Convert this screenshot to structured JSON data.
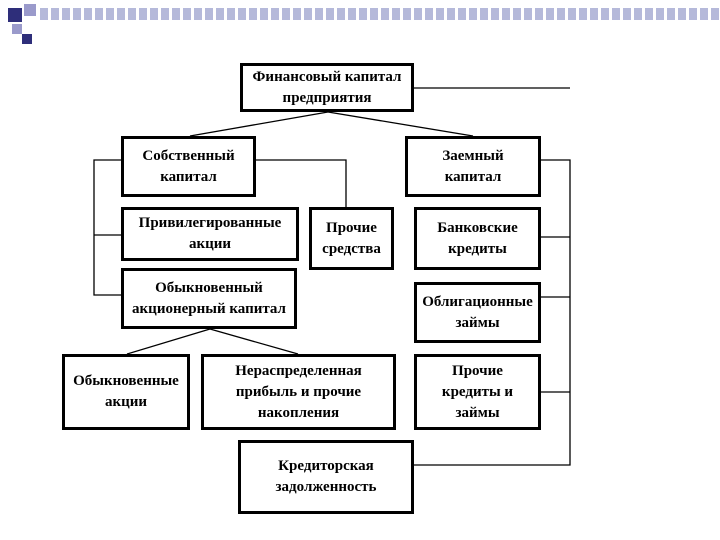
{
  "boxes": {
    "root": "Финансовый капитал\nпредприятия",
    "own_capital": "Собственный\nкапитал",
    "borrowed_capital": "Заемный\nкапитал",
    "preferred_shares": "Привилегированные\nакции",
    "other_funds": "Прочие\nсредства",
    "bank_loans": "Банковские\nкредиты",
    "common_equity": "Обыкновенный\nакционерный капитал",
    "bond_loans": "Облигационные\nзаймы",
    "common_shares": "Обыкновенные\nакции",
    "retained_earnings": "Нераспределенная\nприбыль и прочие\nнакопления",
    "other_loans": "Прочие\nкредиты и\nзаймы",
    "accounts_payable": "Кредиторская\nзадолженность"
  },
  "colors": {
    "deco_dark": "#2e2e7a",
    "deco_light": "#9a9acb",
    "stripe_start": "#aeb2d6",
    "stripe_end": "#f4f4fa"
  }
}
